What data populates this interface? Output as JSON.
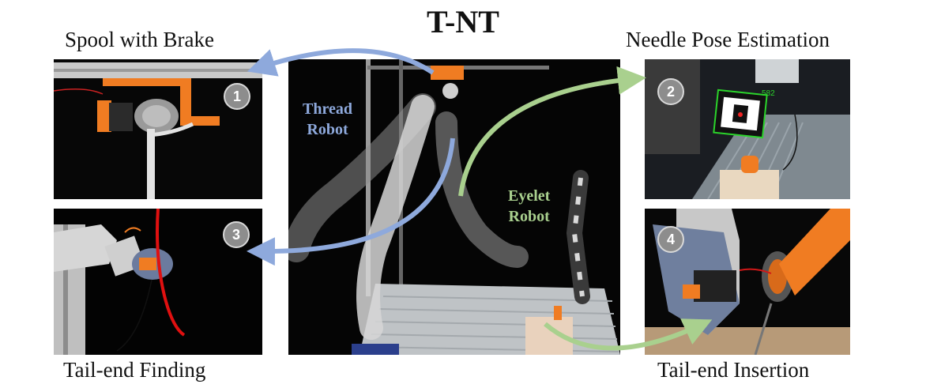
{
  "title": "T-NT",
  "captions": {
    "top_left": "Spool with Brake",
    "top_right": "Needle Pose Estimation",
    "bottom_left": "Tail-end Finding",
    "bottom_right": "Tail-end Insertion"
  },
  "badges": [
    "1",
    "2",
    "3",
    "4"
  ],
  "robot_labels": {
    "thread": [
      "Thread",
      "Robot"
    ],
    "eyelet": [
      "Eyelet",
      "Robot"
    ]
  },
  "marker_text": "582",
  "colors": {
    "thread_arrow": "#8ea9dc",
    "eyelet_arrow": "#a9d08e",
    "thread_text": "#8ea9dc",
    "eyelet_text": "#a9d08e",
    "robot_orange": "#f07c22",
    "badge": "#8d8d8d"
  }
}
